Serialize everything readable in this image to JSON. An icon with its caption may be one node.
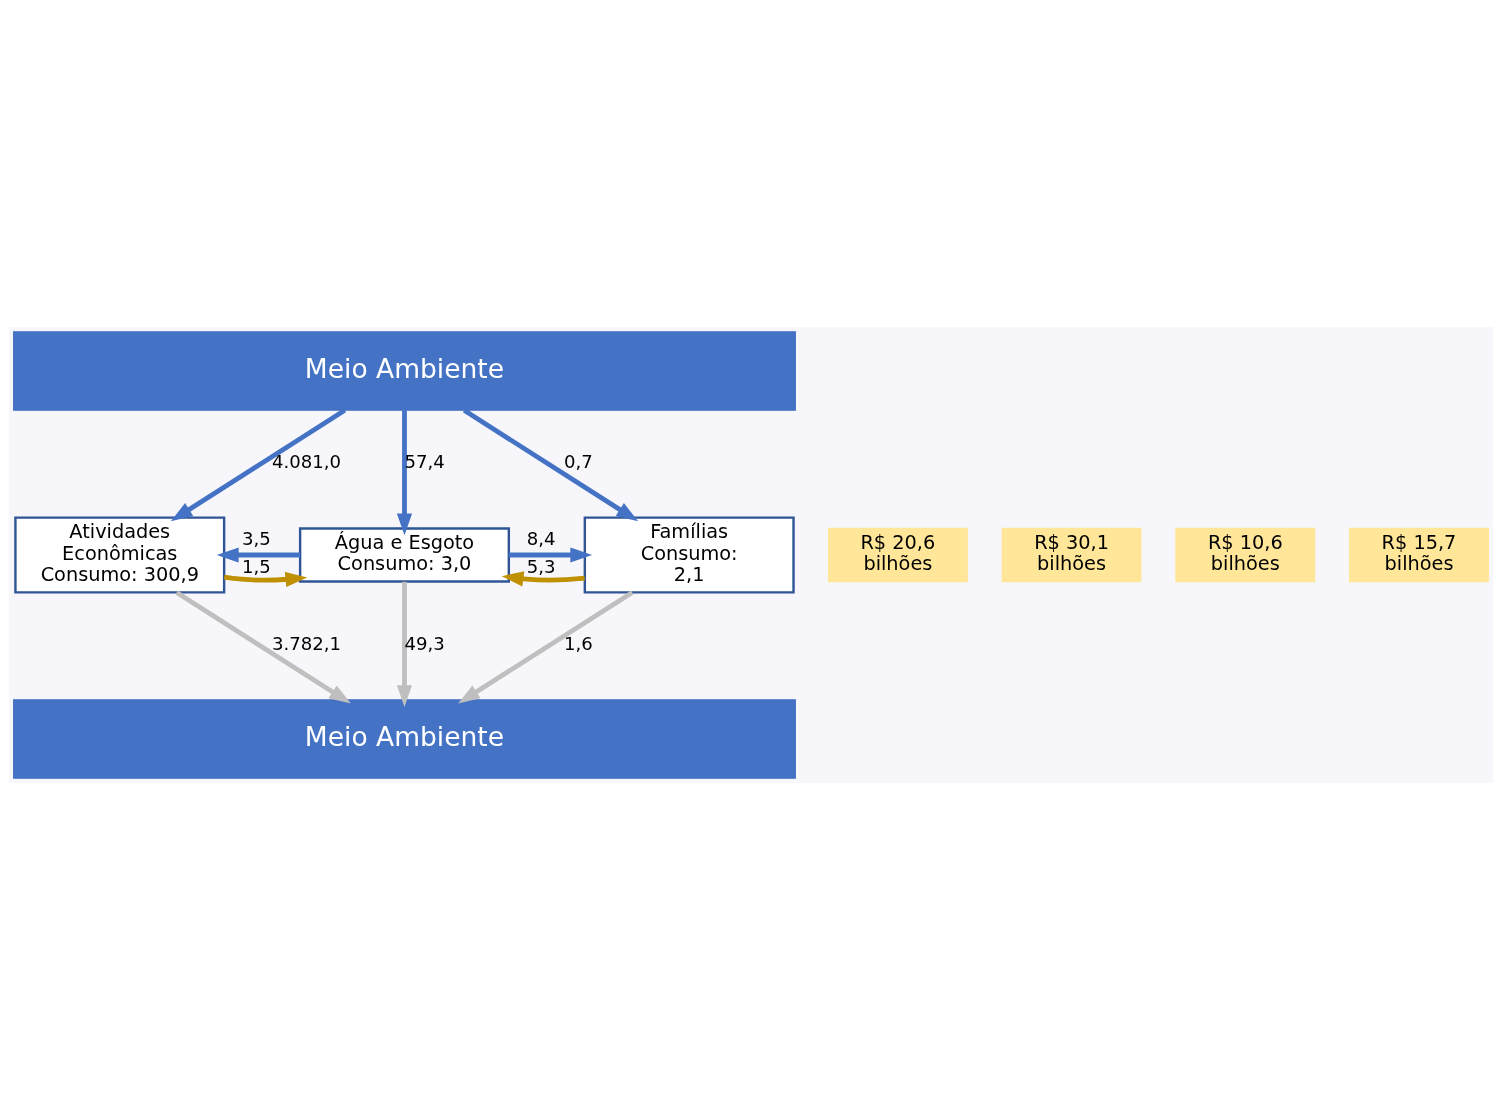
{
  "diagram": {
    "nodes": [
      {
        "text": [
          "Meio Ambiente"
        ]
      },
      {
        "text": [
          "R$ 20,6 bilhões"
        ]
      },
      {
        "text": [
          "R$ 30,1 bilhões"
        ]
      },
      {
        "text": [
          "Atividades Econômicas Consumo: 300,9"
        ]
      },
      {
        "text": [
          "Água e Esgoto Consumo: 3,0"
        ]
      },
      {
        "text": [
          "Famílias Consumo: 2,1"
        ]
      },
      {
        "text": [
          "R$ 10,6 bilhões"
        ]
      },
      {
        "text": [
          "R$ 15,7 bilhões"
        ]
      },
      {
        "text": [
          "Meio Ambiente"
        ]
      }
    ],
    "edges": [
      {
        "from": 0,
        "to": 3,
        "arrow": "to",
        "label": "4.081,0"
      },
      {
        "from": 0,
        "to": 4,
        "arrow": "to",
        "label": "57,4"
      },
      {
        "from": 0,
        "to": 5,
        "arrow": "to",
        "label": "0,7"
      },
      {
        "from": 4,
        "to": 3,
        "arrow": "to",
        "label": "3,5"
      },
      {
        "from": 4,
        "to": 5,
        "arrow": "to",
        "label": "8,4"
      },
      {
        "from": 3,
        "to": 4,
        "arrow": "to",
        "label": "1,5",
        "color": "#bf9000"
      },
      {
        "from": 5,
        "to": 4,
        "arrow": "to",
        "label": "5,3",
        "color": "#bf9000"
      },
      {
        "from": 3,
        "to": 8,
        "arrow": "to",
        "label": "3.782,1",
        "color": "#bfbfbf"
      },
      {
        "from": 4,
        "to": 8,
        "arrow": "to",
        "label": "49,3",
        "color": "#bfbfbf"
      },
      {
        "from": 5,
        "to": 8,
        "arrow": "to",
        "label": "1,6",
        "color": "#bfbfbf"
      }
    ]
  }
}
